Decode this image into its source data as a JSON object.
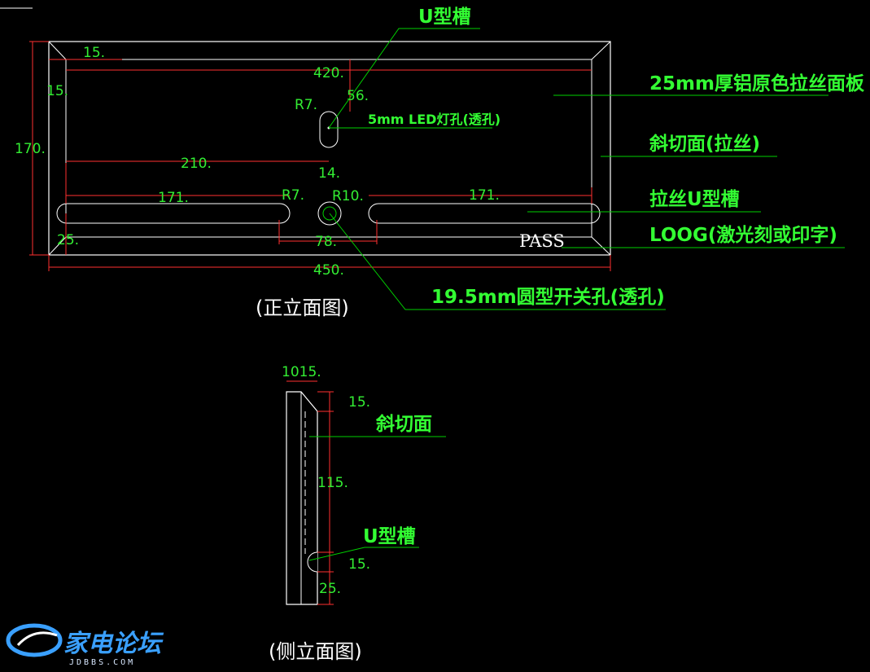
{
  "front_view": {
    "title": "(正立面图)",
    "dims": {
      "border_top": "15.",
      "border_left": "15.",
      "inner_width": "420.",
      "led_offset": "56.",
      "slot_radius_top": "R7.",
      "height": "170.",
      "led_center_x": "210.",
      "slot_height": "14.",
      "left_slot_length": "171.",
      "left_slot_radius": "R7.",
      "switch_radius": "R10.",
      "right_slot_length": "171.",
      "bottom_offset": "25.",
      "center_span": "78.",
      "total_width": "450."
    },
    "callouts": {
      "u_slot": "U型槽",
      "led_hole": "5mm LED灯孔(透孔)",
      "panel_material": "25mm厚铝原色拉丝面板",
      "bevel": "斜切面(拉丝)",
      "brushed_u_slot": "拉丝U型槽",
      "logo": "LOOG(激光刻或印字)",
      "switch_hole": "19.5mm圆型开关孔(透孔)"
    },
    "pass_text": "PASS"
  },
  "side_view": {
    "title": "(侧立面图)",
    "dims": {
      "top_width": "1015.",
      "bevel_height": "15.",
      "body_height": "115.",
      "slot_height": "15.",
      "bottom": "25."
    },
    "callouts": {
      "bevel": "斜切面",
      "u_slot": "U型槽"
    }
  },
  "watermark": {
    "site_name": "家电论坛",
    "domain": "JDBBS.COM"
  },
  "colors": {
    "background": "#000000",
    "panel_outline": "#ffffff",
    "dimension_text": "#33ee33",
    "dimension_line": "#ff3030",
    "callout_text": "#33ff33",
    "leader": "#00d000",
    "logo": "#3aa0ff"
  }
}
